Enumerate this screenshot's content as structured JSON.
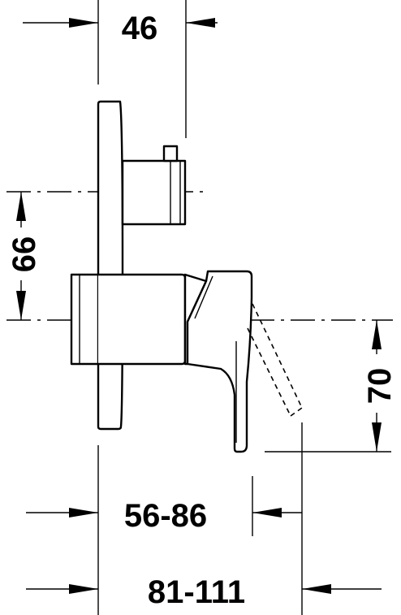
{
  "drawing": {
    "view": "side-elevation",
    "subject": "concealed-mixer-with-lever-handle",
    "colors": {
      "line": "#000000",
      "background": "#ffffff"
    }
  },
  "dimensions": {
    "top_width": "46",
    "vertical_offset": "66",
    "lever_drop": "70",
    "projection_range": "56-86",
    "overall_range": "81-111"
  }
}
